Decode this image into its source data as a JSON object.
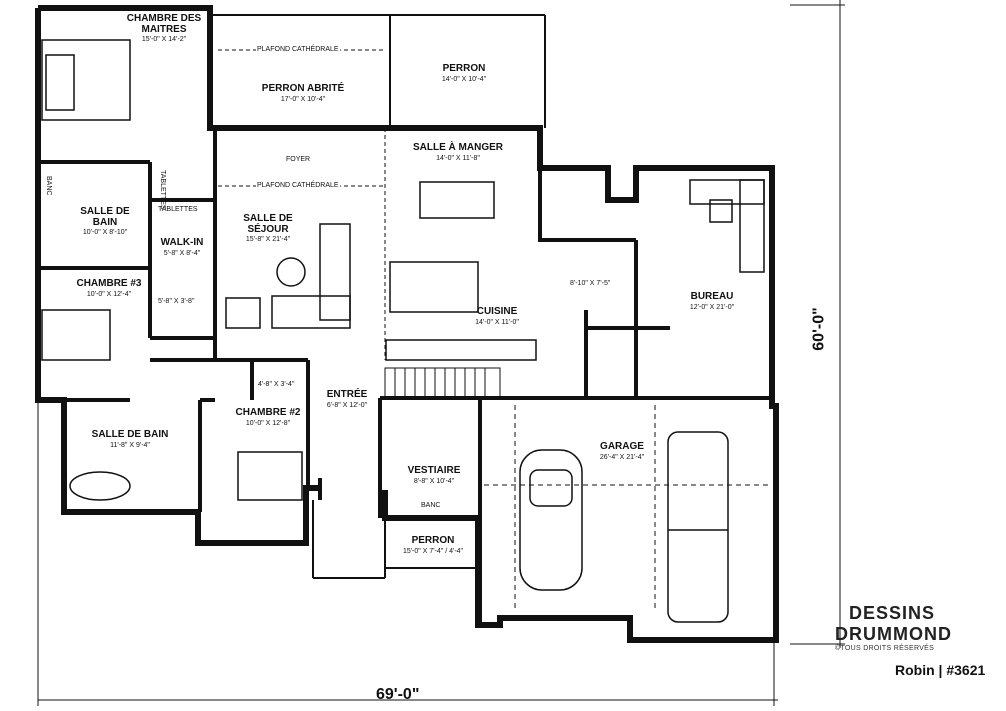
{
  "rooms": {
    "chambre_maitres": {
      "name": "CHAMBRE DES MAITRES",
      "dim": "15'-0\" X 14'-2\""
    },
    "perron_abrite": {
      "name": "PERRON ABRITÉ",
      "dim": "17'-0\" X 10'-4\""
    },
    "perron_arriere": {
      "name": "PERRON",
      "dim": "14'-0\" X 10'-4\""
    },
    "salle_manger": {
      "name": "SALLE À MANGER",
      "dim": "14'-0\" X 11'-8\""
    },
    "salle_bain_1": {
      "name": "SALLE DE BAIN",
      "dim": "10'-0\" X 8'-10\""
    },
    "walk_in": {
      "name": "WALK-IN",
      "dim": "5'-8\" X 8'-4\""
    },
    "salle_sejour": {
      "name": "SALLE DE SÉJOUR",
      "dim": "15'-8\" X 21'-4\""
    },
    "chambre_3": {
      "name": "CHAMBRE #3",
      "dim": "10'-0\" X 12'-4\""
    },
    "cuisine": {
      "name": "CUISINE",
      "dim": "14'-0\" X 11'-0\""
    },
    "bureau": {
      "name": "BUREAU",
      "dim": "12'-0\" X 21'-0\""
    },
    "cellier": {
      "dim": "8'-10\" X 7'-5\""
    },
    "salle_bain_2": {
      "name": "SALLE DE BAIN",
      "dim": "11'-8\" X 9'-4\""
    },
    "chambre_2": {
      "name": "CHAMBRE #2",
      "dim": "10'-0\" X 12'-8\""
    },
    "entree": {
      "name": "ENTRÉE",
      "dim": "6'-8\" X 12'-0\""
    },
    "garage": {
      "name": "GARAGE",
      "dim": "26'-4\" X 21'-4\""
    },
    "vestiaire": {
      "name": "VESTIAIRE",
      "dim": "8'-8\" X 10'-4\""
    },
    "perron_avant": {
      "name": "PERRON",
      "dim": "15'-0\" X 7'-4\" / 4'-4\""
    }
  },
  "notes": {
    "plafond_1": "PLAFOND CATHÉDRALE",
    "plafond_2": "PLAFOND CATHÉDRALE",
    "foyer": "FOYER",
    "banc_1": "BANC",
    "banc_2": "BANC",
    "tablettes_1": "TABLETTES",
    "tablettes_2": "TABLETTES",
    "closet_1": "5'-8\" X 3'-8\"",
    "closet_2": "4'-8\" X 3'-4\""
  },
  "dimensions": {
    "width": "69'-0\"",
    "depth": "60'-0\""
  },
  "brand": {
    "line1": "DESSINS",
    "line2": "DRUMMOND",
    "rights": "©TOUS DROITS RÉSERVÉS"
  },
  "plan_id": "Robin | #3621"
}
